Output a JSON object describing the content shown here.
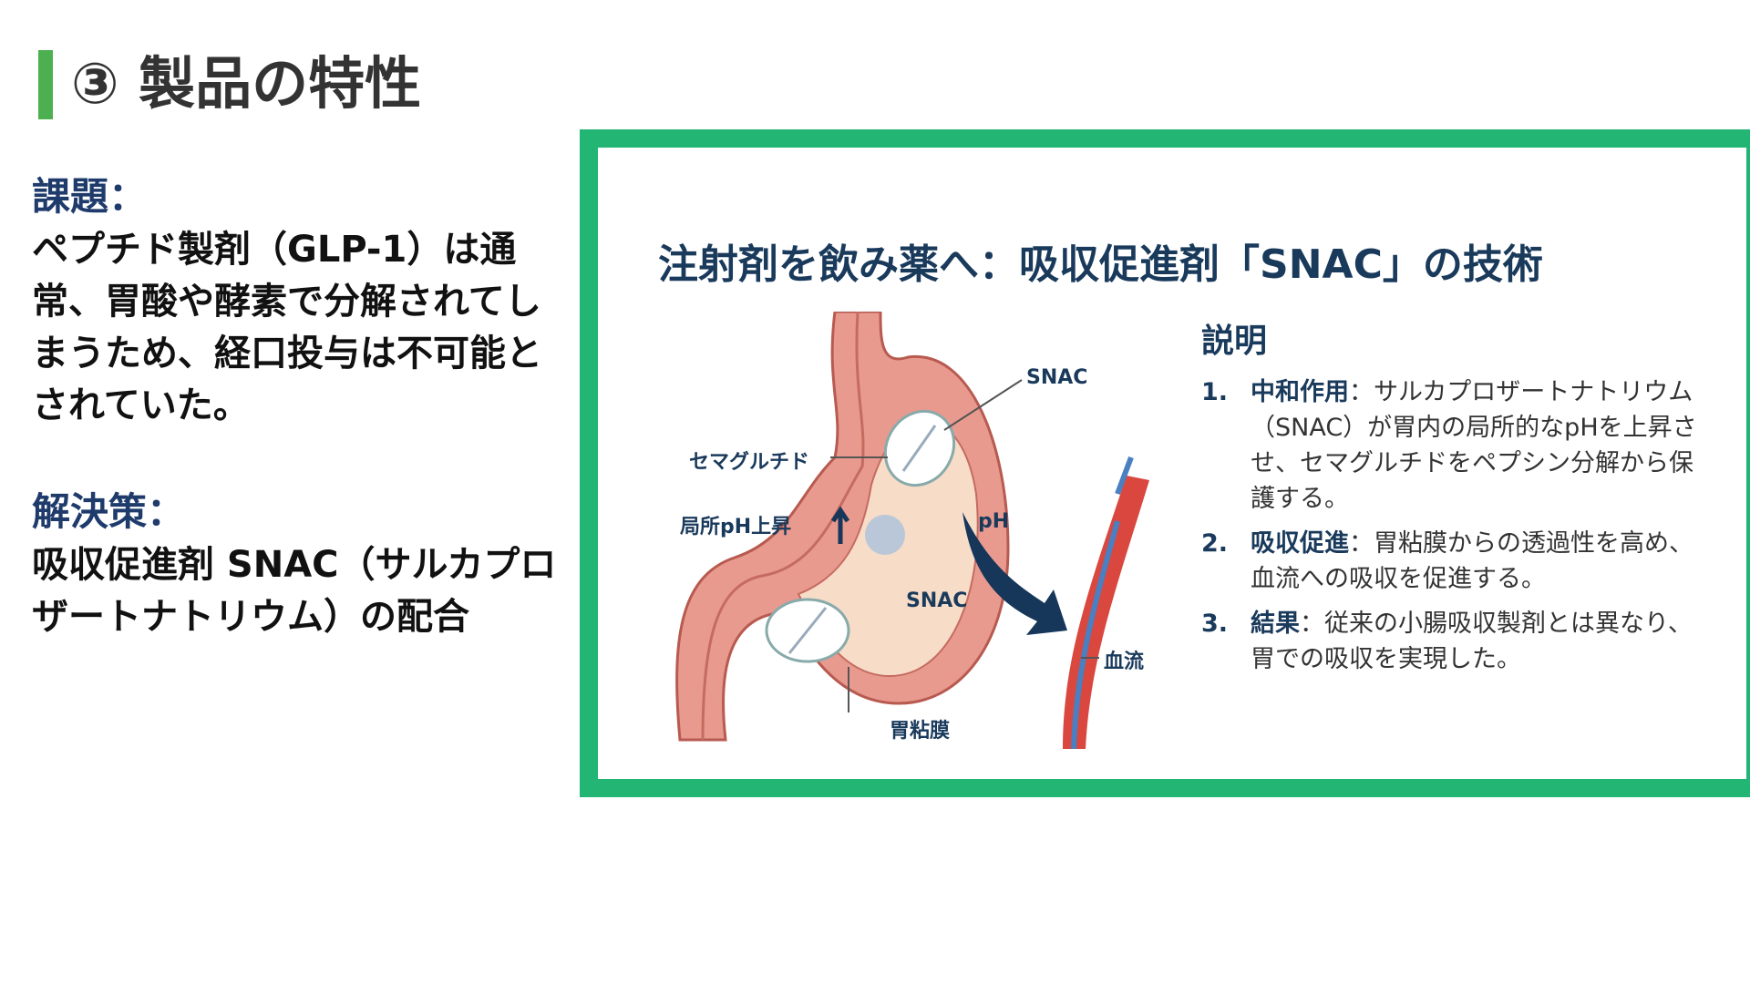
{
  "header": {
    "title": "③ 製品の特性"
  },
  "left": {
    "problem_heading": "課題：",
    "problem_text": "ペプチド製剤（GLP-1）は通常、胃酸や酵素で分解されてしまうため、経口投与は不可能とされていた。",
    "solution_heading": "解決策：",
    "solution_text": "吸収促進剤 SNAC（サルカプロザートナトリウム）の配合"
  },
  "infographic": {
    "title": "注射剤を飲み薬へ：吸収促進剤「SNAC」の技術",
    "labels": {
      "snac_top": "SNAC",
      "semaglutide": "セマグルチド",
      "local_ph": "局所pH上昇",
      "ph": "pH",
      "snac_bottom": "SNAC",
      "blood": "血流",
      "mucosa": "胃粘膜"
    },
    "explanation_heading": "説明",
    "items": [
      {
        "num": "1.",
        "key": "中和作用",
        "text": "：サルカプロザートナトリウム（SNAC）が胃内の局所的なpHを上昇させ、セマグルチドをペプシン分解から保護する。"
      },
      {
        "num": "2.",
        "key": "吸収促進",
        "text": "：胃粘膜からの透過性を高め、血流への吸収を促進する。"
      },
      {
        "num": "3.",
        "key": "結果",
        "text": "：従来の小腸吸収製剤とは異なり、胃での吸収を実現した。"
      }
    ]
  },
  "colors": {
    "accent": "#22b573",
    "title_bar": "#4caf50",
    "navy": "#1a3a5c"
  }
}
